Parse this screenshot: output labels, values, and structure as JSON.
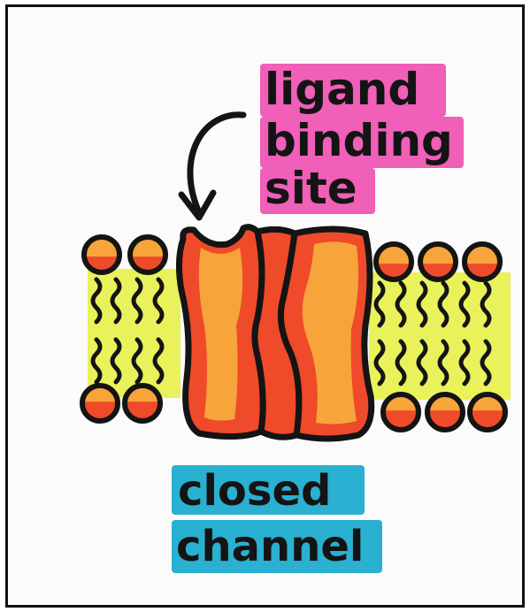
{
  "labels": {
    "ligand_binding_site": [
      "ligand",
      "binding",
      "site"
    ],
    "closed_channel": [
      "closed",
      "channel"
    ]
  },
  "colors": {
    "magenta_highlight": "#f05fb8",
    "cyan_highlight": "#2ab0d0",
    "membrane_yellow": "#e9f25a",
    "protein_orange": "#f7a53a",
    "protein_red": "#ef4a2a",
    "ink": "#141414",
    "paper": "#fbfbfb"
  },
  "icons": {
    "pointer": "curved-arrow-icon",
    "lipid_head": "lipid-head-icon",
    "lipid_tail": "lipid-tail-icon"
  }
}
